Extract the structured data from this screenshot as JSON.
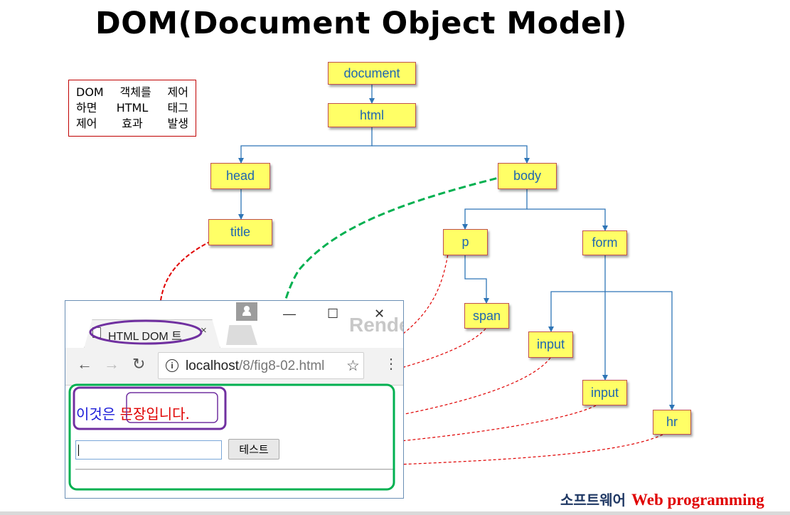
{
  "title": "DOM(Document Object Model)",
  "note": {
    "line1": "DOM 객체를 제어",
    "line2": "하면 HTML 태그",
    "line3": "제어 효과 발생"
  },
  "nodes": {
    "document": "document",
    "html": "html",
    "head": "head",
    "title": "title",
    "body": "body",
    "p": "p",
    "form": "form",
    "span": "span",
    "input1": "input",
    "input2": "input",
    "hr": "hr"
  },
  "browser": {
    "tab_label": "HTML DOM 트",
    "tab_close": "×",
    "watermark": "Rendering",
    "win_minimize": "—",
    "win_maximize": "☐",
    "win_close": "✕",
    "back": "←",
    "forward": "→",
    "reload": "↻",
    "url_host": "localhost",
    "url_path": "/8/fig8-02.html",
    "star": "☆",
    "menu": "⋮",
    "sentence_blue": "이것은 ",
    "sentence_red": "문장입니다.",
    "button_label": "테스트"
  },
  "footer": {
    "korean": "소프트웨어",
    "english": "Web programming"
  },
  "colors": {
    "node_fill": "#ffff66",
    "node_text": "#1f66b0",
    "tree_line": "#2e75b6",
    "red_arrow": "#e00000",
    "green_arrow": "#00b050",
    "purple_outline": "#7030a0"
  }
}
